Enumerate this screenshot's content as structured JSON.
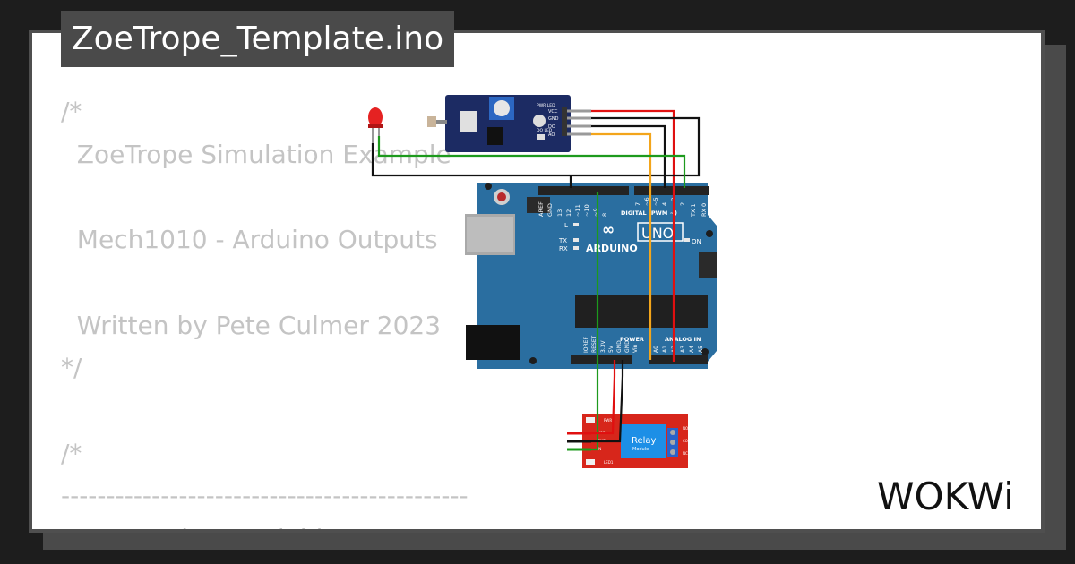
{
  "window": {
    "title": "ZoeTrope_Template.ino"
  },
  "code_lines": [
    "/*",
    "  ZoeTrope Simulation Example",
    "",
    "  Mech1010 - Arduino Outputs",
    "",
    "  Written by Pete Culmer 2023",
    "*/",
    "",
    "/*",
    "---------------------------------------------",
    "         Declare Variables ..."
  ],
  "brand": {
    "name": "WOKWi"
  },
  "circuit": {
    "arduino": {
      "logo_text": "ARDUINO",
      "model": "UNO",
      "digital_label": "DIGITAL (PWM ~)",
      "power_label": "POWER",
      "analog_label": "ANALOG IN",
      "on_label": "ON",
      "led_labels": [
        "L",
        "TX",
        "RX"
      ],
      "top_pins": [
        "AREF",
        "GND",
        "13",
        "12",
        "~11",
        "~10",
        "~9",
        "8",
        "7",
        "~6",
        "~5",
        "4",
        "~3",
        "2",
        "TX 1",
        "RX 0"
      ],
      "bottom_pins": [
        "IOREF",
        "RESET",
        "3.3V",
        "5V",
        "GND",
        "GND",
        "Vin",
        "A0",
        "A1",
        "A2",
        "A3",
        "A4",
        "A5"
      ]
    },
    "sensor": {
      "pins": [
        "VCC",
        "GND",
        "DO",
        "AO"
      ],
      "led_labels": [
        "PWR LED",
        "DO LED"
      ]
    },
    "relay": {
      "label": "Relay",
      "sublabel": "Module",
      "pins": [
        "VCC",
        "GND",
        "IN"
      ],
      "led_labels": [
        "PWR",
        "LED1"
      ],
      "terminal_labels": [
        "NO",
        "COM",
        "NC"
      ]
    },
    "colors": {
      "board": "#2a6ea0",
      "sensor_board": "#1c2b63",
      "relay_board": "#d7261b",
      "relay_block": "#1d8fe6",
      "wire_red": "#e01010",
      "wire_black": "#111111",
      "wire_green": "#1d9a1d",
      "wire_orange": "#f3a51b"
    }
  }
}
